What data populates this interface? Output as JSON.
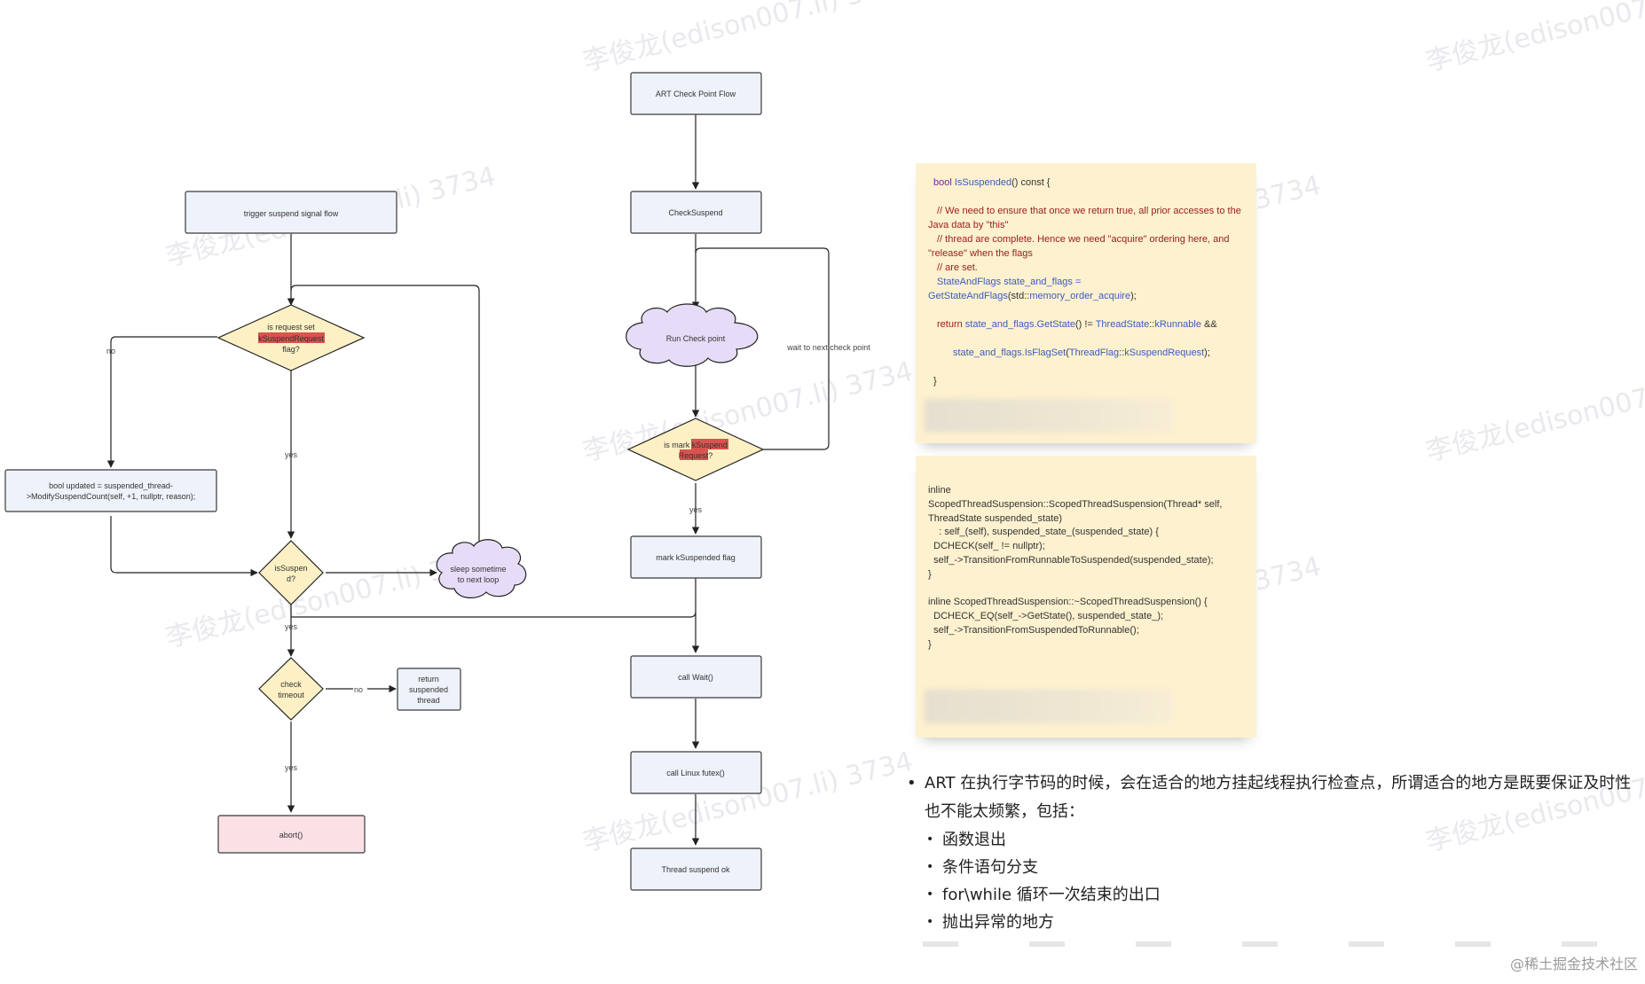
{
  "watermark": "李俊龙(edison007.li) 3734",
  "flow": {
    "trigger": "trigger suspend signal flow",
    "is_request": [
      "is request set",
      "kSuspendRequest",
      "flag?"
    ],
    "bool_updated": [
      "bool updated = suspended_thread-",
      ">ModifySuspendCount(self, +1, nullptr, reason);"
    ],
    "is_suspended": [
      "isSuspen",
      "d?"
    ],
    "sleep": [
      "sleep sometime",
      "to next loop"
    ],
    "check_timeout": [
      "check",
      "timeout"
    ],
    "return_thread": [
      "return",
      "suspended",
      "thread"
    ],
    "abort": "abort()",
    "art_flow": "ART Check Point Flow",
    "check_suspend": "CheckSuspend",
    "run_checkpoint": "Run Check point",
    "wait_next": "wait to next check point",
    "is_mark": [
      "is mark kSuspend",
      "Request?"
    ],
    "mark_flag": "mark kSuspended flag",
    "call_wait": "call Wait()",
    "call_futex": "call Linux futex()",
    "thread_ok": "Thread suspend ok",
    "label_no": "no",
    "label_yes": "yes"
  },
  "code1": {
    "l1": {
      "kw": "bool",
      "fn": "IsSuspended",
      "rest": "() const {"
    },
    "c1": "// We need to ensure that once we return true, all prior accesses to the Java data by \"this\"",
    "c2": "// thread are complete. Hence we need \"acquire\" ordering here, and \"release\" when the flags",
    "c3": "// are set.",
    "l2a": "StateAndFlags state_and_flags =",
    "l2b": "GetStateAndFlags",
    "l2c": "(std::",
    "l2d": "memory_order_acquire",
    "l2e": ");",
    "l3a": "return ",
    "l3b": "state_and_flags.GetState",
    "l3c": "() != ",
    "l3d": "ThreadState",
    "l3e": "::",
    "l3f": "kRunnable",
    "l3g": " &&",
    "l4a": "state_and_flags.IsFlagSet",
    "l4b": "(",
    "l4c": "ThreadFlag",
    "l4d": "::",
    "l4e": "kSuspendRequest",
    "l4f": ");",
    "l5": "}"
  },
  "code2": "inline\nScopedThreadSuspension::ScopedThreadSuspension(Thread* self, ThreadState suspended_state)\n    : self_(self), suspended_state_(suspended_state) {\n  DCHECK(self_ != nullptr);\n  self_->TransitionFromRunnableToSuspended(suspended_state);\n}\n\ninline ScopedThreadSuspension::~ScopedThreadSuspension() {\n  DCHECK_EQ(self_->GetState(), suspended_state_);\n  self_->TransitionFromSuspendedToRunnable();\n}",
  "notes": {
    "main": "ART 在执行字节码的时候，会在适合的地方挂起线程执行检查点，所谓适合的地方是既要保证及时性也不能太频繁，包括：",
    "items": [
      "函数退出",
      "条件语句分支",
      "for\\while 循环一次结束的出口",
      "抛出异常的地方"
    ]
  },
  "footer": "@稀土掘金技术社区",
  "colors": {
    "box_fill": "#eef2fa",
    "diamond_fill": "#fdf0c4",
    "cloud_fill": "#e6dcf7",
    "abort_fill": "#fbe1e6",
    "highlight": "#d9534f",
    "code_bg": "#fdf1cf"
  }
}
